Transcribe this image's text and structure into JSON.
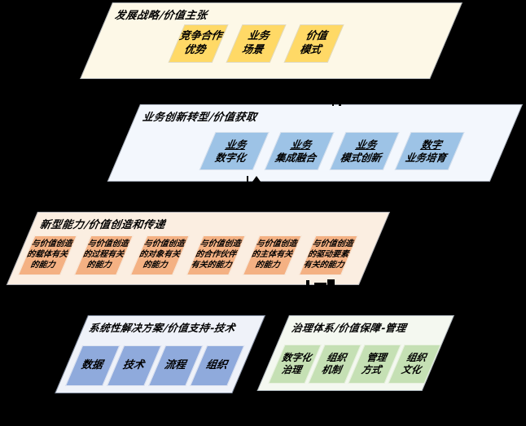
{
  "background_color": "#000000",
  "sections": [
    {
      "id": "strategy",
      "title": "发展战略/价值主张",
      "panel_fill": "#FDF8E7",
      "box_fill": "#FFD966",
      "boxes": [
        {
          "lines": [
            "竞争合作",
            "优势"
          ]
        },
        {
          "lines": [
            "业务",
            "场景"
          ]
        },
        {
          "lines": [
            "价值",
            "模式"
          ]
        }
      ]
    },
    {
      "id": "business-transformation",
      "title": "业务创新转型/价值获取",
      "panel_fill": "#F3F7FD",
      "box_fill": "#9DC3E6",
      "boxes": [
        {
          "lines": [
            "业务",
            "数字化"
          ]
        },
        {
          "lines": [
            "业务",
            "集成融合"
          ]
        },
        {
          "lines": [
            "业务",
            "模式创新"
          ]
        },
        {
          "lines": [
            "数字",
            "业务培育"
          ]
        }
      ]
    },
    {
      "id": "new-capabilities",
      "title": "新型能力/价值创造和传递",
      "panel_fill": "#FBEEE1",
      "box_fill": "#F4B183",
      "boxes": [
        {
          "lines": [
            "与价值创造",
            "的载体有关",
            "的能力"
          ]
        },
        {
          "lines": [
            "与价值创造",
            "的过程有关",
            "的能力"
          ]
        },
        {
          "lines": [
            "与价值创造",
            "的对象有关",
            "的能力"
          ]
        },
        {
          "lines": [
            "与价值创造",
            "的合作伙伴",
            "有关的能力"
          ]
        },
        {
          "lines": [
            "与价值创造",
            "的主体有关",
            "的能力"
          ]
        },
        {
          "lines": [
            "与价值创造",
            "的驱动要素",
            "有关的能力"
          ]
        }
      ]
    },
    {
      "id": "systematic-solutions",
      "title": "系统性解决方案/价值支持-技术",
      "panel_fill": "#EFF2F9",
      "box_fill": "#8FAADC",
      "boxes": [
        {
          "lines": [
            "数据"
          ]
        },
        {
          "lines": [
            "技术"
          ]
        },
        {
          "lines": [
            "流程"
          ]
        },
        {
          "lines": [
            "组织"
          ]
        }
      ]
    },
    {
      "id": "governance",
      "title": "治理体系/价值保障-管理",
      "panel_fill": "#F4F8F0",
      "box_fill": "#C5E0B4",
      "boxes": [
        {
          "lines": [
            "数字化",
            "治理"
          ]
        },
        {
          "lines": [
            "组织",
            "机制"
          ]
        },
        {
          "lines": [
            "管理",
            "方式"
          ]
        },
        {
          "lines": [
            "组织",
            "文化"
          ]
        }
      ]
    }
  ]
}
